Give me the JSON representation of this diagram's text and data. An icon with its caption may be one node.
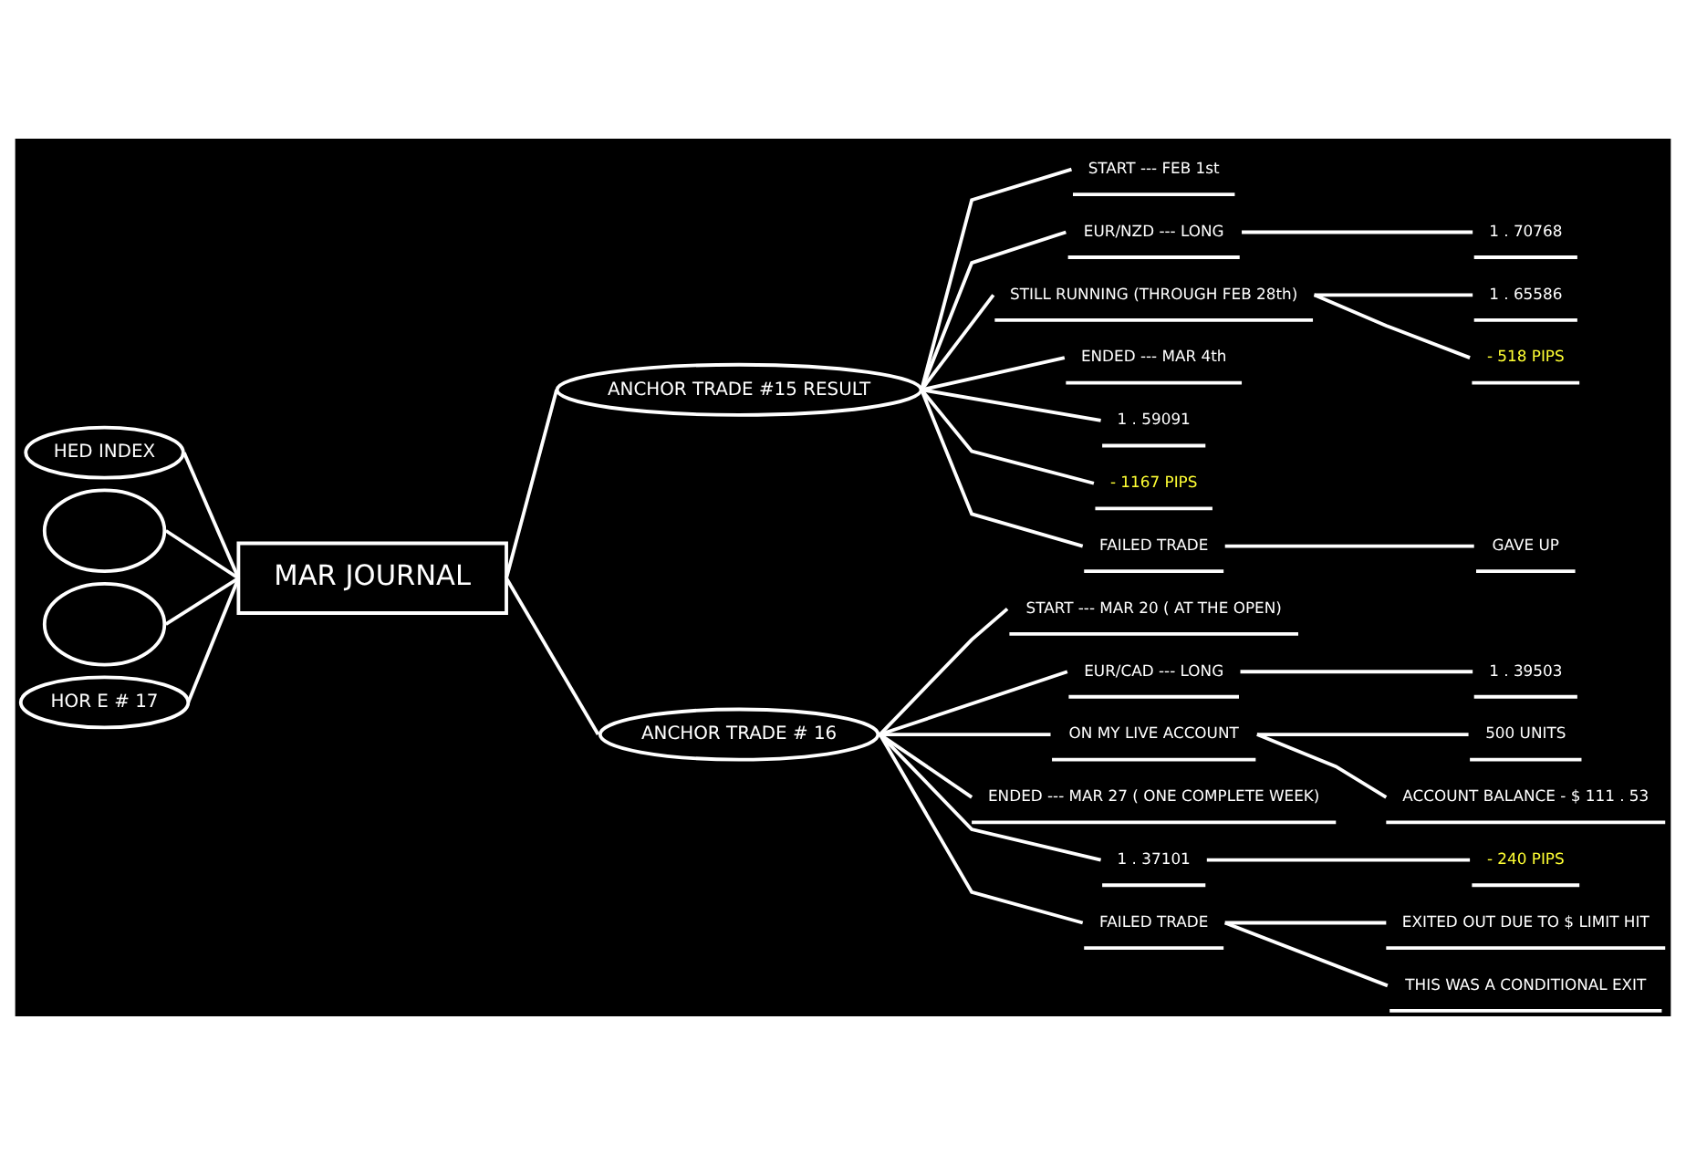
{
  "diagram": {
    "nodes": [
      {
        "text": [
          "MAR JOURNAL"
        ]
      },
      {
        "text": [
          "HED INDEX"
        ]
      },
      {
        "text": [],
        "shape": "ellipse"
      },
      {
        "text": [],
        "shape": "ellipse"
      },
      {
        "text": [
          "HOR E # 17"
        ]
      },
      {
        "text": [
          "ANCHOR TRADE #15 RESULT"
        ]
      },
      {
        "text": [
          "START --- FEB 1st"
        ]
      },
      {
        "text": [
          "EUR/NZD --- LONG"
        ]
      },
      {
        "text": [
          "1 . 70768"
        ]
      },
      {
        "text": [
          "STILL RUNNING (THROUGH FEB 28th)"
        ]
      },
      {
        "text": [
          "1 . 65586"
        ]
      },
      {
        "text": [
          "- 518 PIPS"
        ]
      },
      {
        "text": [
          "ENDED --- MAR 4th"
        ]
      },
      {
        "text": [
          "1 . 59091"
        ]
      },
      {
        "text": [
          "- 1167 PIPS"
        ]
      },
      {
        "text": [
          "FAILED TRADE"
        ]
      },
      {
        "text": [
          "GAVE UP"
        ]
      },
      {
        "text": [
          "ANCHOR TRADE # 16"
        ]
      },
      {
        "text": [
          "START --- MAR 20 ( AT THE OPEN)"
        ]
      },
      {
        "text": [
          "EUR/CAD --- LONG"
        ]
      },
      {
        "text": [
          "1 . 39503"
        ]
      },
      {
        "text": [
          "ON MY LIVE ACCOUNT"
        ]
      },
      {
        "text": [
          "500 UNITS"
        ]
      },
      {
        "text": [
          "ACCOUNT BALANCE - $ 111 . 53"
        ]
      },
      {
        "text": [
          "ENDED --- MAR 27 ( ONE COMPLETE WEEK)"
        ]
      },
      {
        "text": [
          "1 . 37101"
        ]
      },
      {
        "text": [
          "- 240 PIPS"
        ]
      },
      {
        "text": [
          "FAILED TRADE"
        ]
      },
      {
        "text": [
          "EXITED OUT DUE TO $ LIMIT HIT"
        ]
      },
      {
        "text": [
          "THIS WAS A CONDITIONAL EXIT"
        ]
      }
    ],
    "edges": [
      {
        "from": 1,
        "to": 0,
        "arrow": "none"
      },
      {
        "from": 2,
        "to": 0,
        "arrow": "none"
      },
      {
        "from": 3,
        "to": 0,
        "arrow": "none"
      },
      {
        "from": 4,
        "to": 0,
        "arrow": "none"
      },
      {
        "from": 0,
        "to": 5,
        "arrow": "none"
      },
      {
        "from": 0,
        "to": 17,
        "arrow": "none"
      },
      {
        "from": 5,
        "to": 6,
        "arrow": "none"
      },
      {
        "from": 5,
        "to": 7,
        "arrow": "none"
      },
      {
        "from": 7,
        "to": 8,
        "arrow": "none"
      },
      {
        "from": 5,
        "to": 9,
        "arrow": "none"
      },
      {
        "from": 9,
        "to": 10,
        "arrow": "none"
      },
      {
        "from": 9,
        "to": 11,
        "arrow": "none"
      },
      {
        "from": 5,
        "to": 12,
        "arrow": "none"
      },
      {
        "from": 5,
        "to": 13,
        "arrow": "none"
      },
      {
        "from": 5,
        "to": 14,
        "arrow": "none"
      },
      {
        "from": 5,
        "to": 15,
        "arrow": "none"
      },
      {
        "from": 15,
        "to": 16,
        "arrow": "none"
      },
      {
        "from": 17,
        "to": 18,
        "arrow": "none"
      },
      {
        "from": 17,
        "to": 19,
        "arrow": "none"
      },
      {
        "from": 19,
        "to": 20,
        "arrow": "none"
      },
      {
        "from": 17,
        "to": 21,
        "arrow": "none"
      },
      {
        "from": 21,
        "to": 22,
        "arrow": "none"
      },
      {
        "from": 21,
        "to": 23,
        "arrow": "none"
      },
      {
        "from": 17,
        "to": 24,
        "arrow": "none"
      },
      {
        "from": 17,
        "to": 25,
        "arrow": "none"
      },
      {
        "from": 25,
        "to": 26,
        "arrow": "none"
      },
      {
        "from": 17,
        "to": 27,
        "arrow": "none"
      },
      {
        "from": 27,
        "to": 28,
        "arrow": "none"
      },
      {
        "from": 27,
        "to": 29,
        "arrow": "none"
      }
    ]
  }
}
